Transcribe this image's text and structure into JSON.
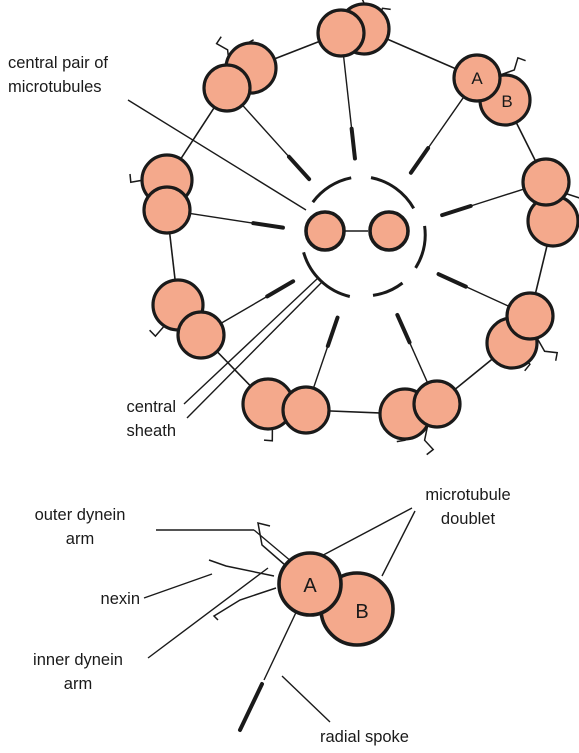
{
  "labels": {
    "central_pair_line1": "central pair of",
    "central_pair_line2": "microtubules",
    "central_sheath_line1": "central",
    "central_sheath_line2": "sheath",
    "outer_dynein_line1": "outer dynein",
    "outer_dynein_line2": "arm",
    "nexin": "nexin",
    "inner_dynein_line1": "inner dynein",
    "inner_dynein_line2": "arm",
    "doublet_line1": "microtubule",
    "doublet_line2": "doublet",
    "radial_spoke": "radial spoke"
  },
  "tubule_labels": {
    "a": "A",
    "b": "B"
  },
  "colors": {
    "tubule_fill": "#f4a98c",
    "outline": "#1a1a1a",
    "background": "#ffffff"
  }
}
